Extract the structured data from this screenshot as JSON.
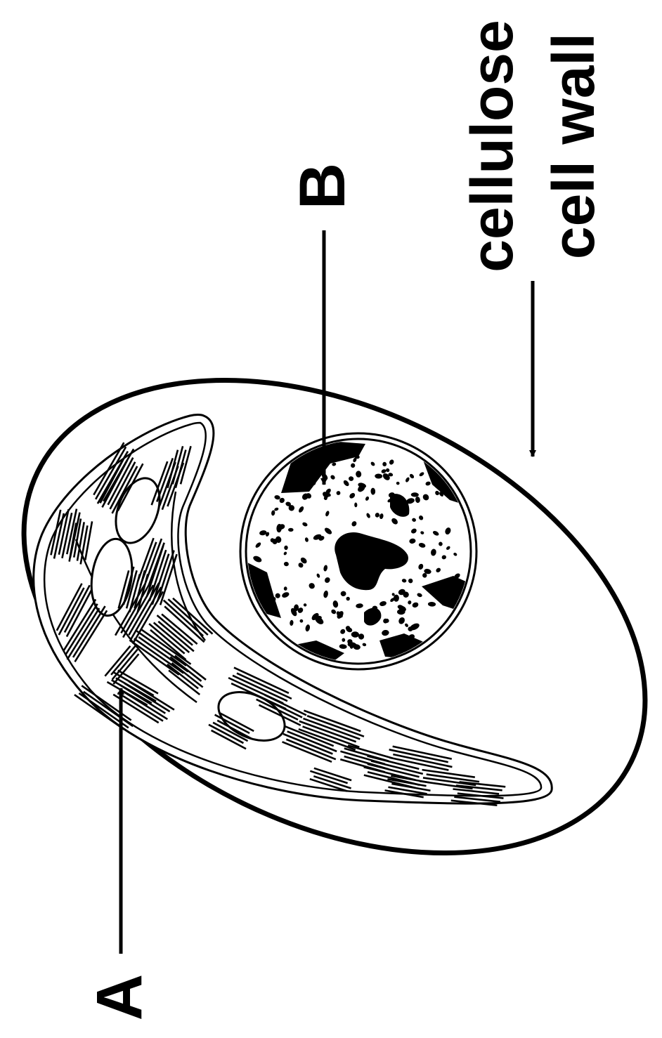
{
  "labels": {
    "a": "A",
    "b": "B",
    "wall_line1": "cellulose",
    "wall_line2": "cell wall"
  },
  "structures": {
    "cell_wall": "cellulose cell wall",
    "organelle_a": "A",
    "organelle_b": "B"
  },
  "colors": {
    "ink": "#000000",
    "paper": "#ffffff"
  }
}
